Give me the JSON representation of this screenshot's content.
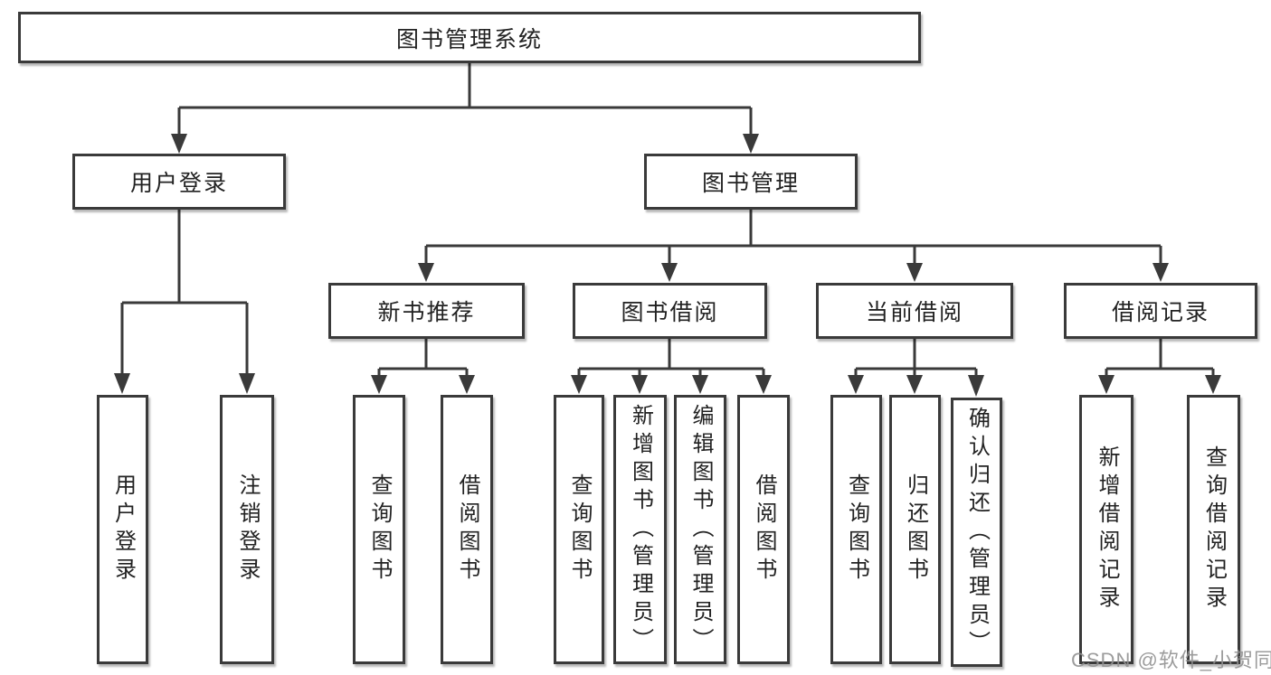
{
  "root": {
    "label": "图书管理系统"
  },
  "branches": [
    {
      "label": "用户登录",
      "leaves": [
        {
          "label": "用户登录"
        },
        {
          "label": "注销登录"
        }
      ]
    },
    {
      "label": "图书管理",
      "children": [
        {
          "label": "新书推荐",
          "leaves": [
            {
              "label": "查询图书"
            },
            {
              "label": "借阅图书"
            }
          ]
        },
        {
          "label": "图书借阅",
          "leaves": [
            {
              "label": "查询图书"
            },
            {
              "label": "新增图书（管理员）"
            },
            {
              "label": "编辑图书（管理员）"
            },
            {
              "label": "借阅图书"
            }
          ]
        },
        {
          "label": "当前借阅",
          "leaves": [
            {
              "label": "查询图书"
            },
            {
              "label": "归还图书"
            },
            {
              "label": "确认归还（管理员）"
            }
          ]
        },
        {
          "label": "借阅记录",
          "leaves": [
            {
              "label": "新增借阅记录"
            },
            {
              "label": "查询借阅记录"
            }
          ]
        }
      ]
    }
  ],
  "watermark": "CSDN @软件_小贺同学",
  "colors": {
    "line": "#3a3a3a",
    "box_border": "#3a3a3a",
    "box_fill": "#ffffff",
    "text": "#222222",
    "watermark": "#919191"
  }
}
